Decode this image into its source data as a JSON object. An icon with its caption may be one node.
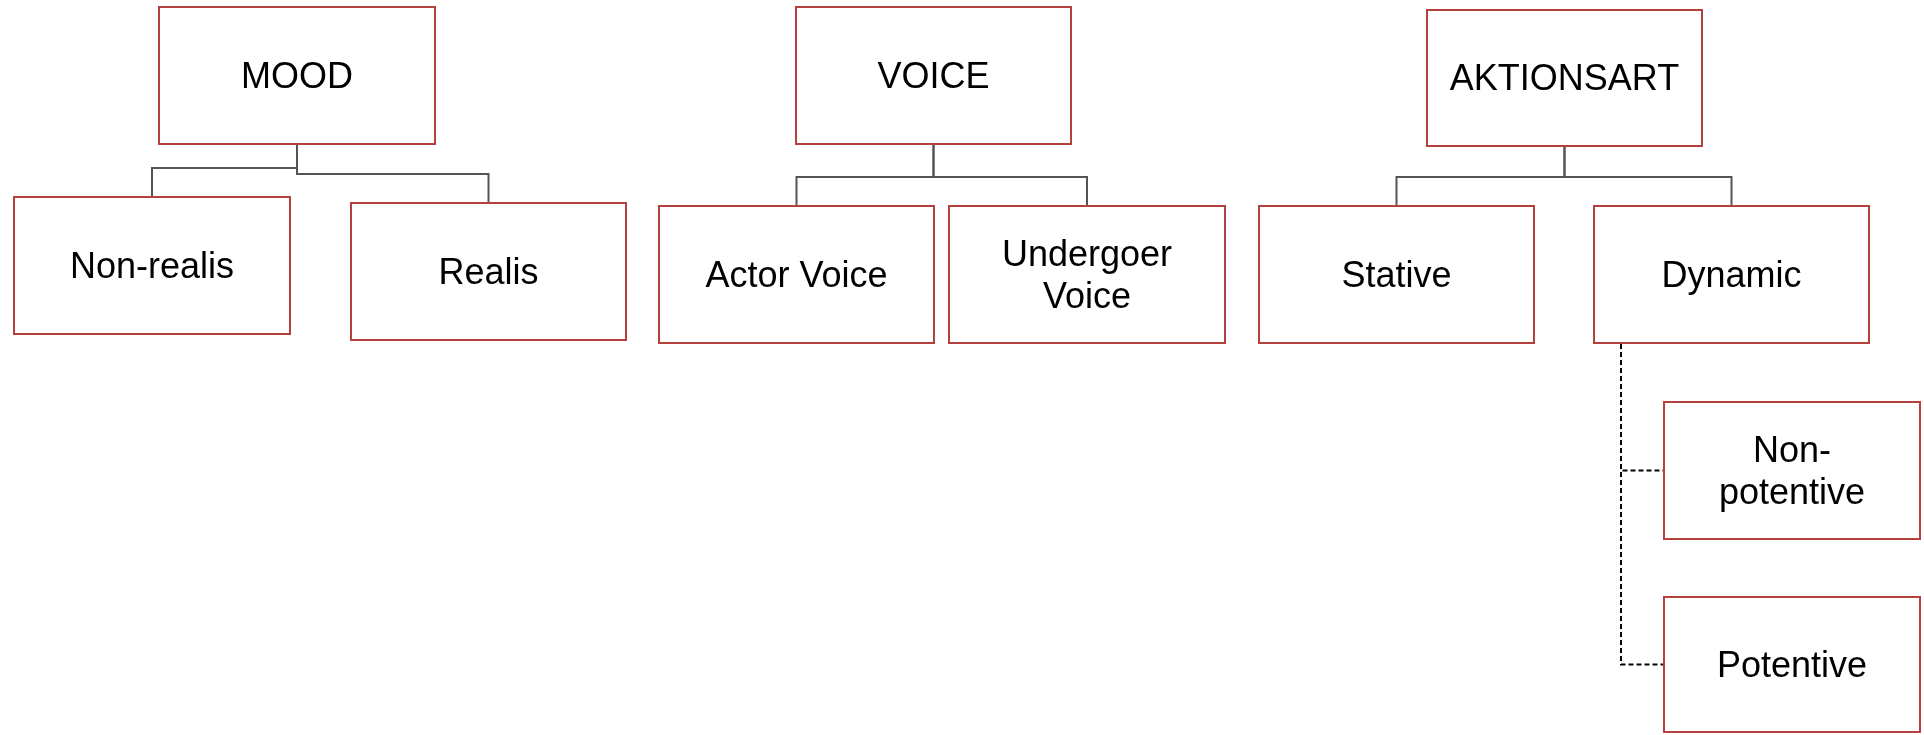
{
  "diagram": {
    "nodes": [
      {
        "text": [
          "MOOD"
        ]
      },
      {
        "text": [
          "VOICE"
        ]
      },
      {
        "text": [
          "AKTIONSART"
        ]
      },
      {
        "text": [
          "Non-realis"
        ]
      },
      {
        "text": [
          "Realis"
        ]
      },
      {
        "text": [
          "Actor Voice"
        ]
      },
      {
        "text": [
          "Undergoer Voice"
        ]
      },
      {
        "text": [
          "Stative"
        ]
      },
      {
        "text": [
          "Dynamic"
        ]
      },
      {
        "text": [
          "Non-potentive"
        ]
      },
      {
        "text": [
          "Potentive"
        ]
      }
    ],
    "edges": [
      {
        "from": 0,
        "to": 3,
        "arrow": "none"
      },
      {
        "from": 0,
        "to": 4,
        "arrow": "none"
      },
      {
        "from": 1,
        "to": 5,
        "arrow": "none"
      },
      {
        "from": 1,
        "to": 6,
        "arrow": "none"
      },
      {
        "from": 2,
        "to": 7,
        "arrow": "none"
      },
      {
        "from": 2,
        "to": 8,
        "arrow": "none"
      },
      {
        "from": 8,
        "to": 9,
        "arrow": "none",
        "style": "dashed"
      },
      {
        "from": 8,
        "to": 10,
        "arrow": "none",
        "style": "dashed"
      }
    ]
  }
}
